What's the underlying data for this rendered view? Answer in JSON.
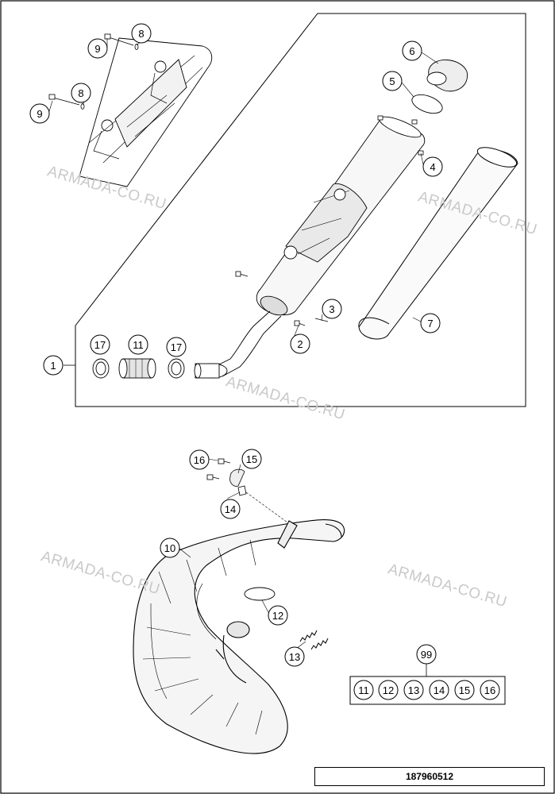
{
  "watermark": "ARMADA-CO.RU",
  "drawing_code": "187960512",
  "callouts": {
    "c1": "1",
    "c2": "2",
    "c3": "3",
    "c4": "4",
    "c5": "5",
    "c6": "6",
    "c7": "7",
    "c8a": "8",
    "c8b": "8",
    "c9a": "9",
    "c9b": "9",
    "c10": "10",
    "c11": "11",
    "c12": "12",
    "c13": "13",
    "c14": "14",
    "c15": "15",
    "c16": "16",
    "c17a": "17",
    "c17b": "17",
    "c99": "99"
  },
  "kit_99": [
    "11",
    "12",
    "13",
    "14",
    "15",
    "16"
  ]
}
